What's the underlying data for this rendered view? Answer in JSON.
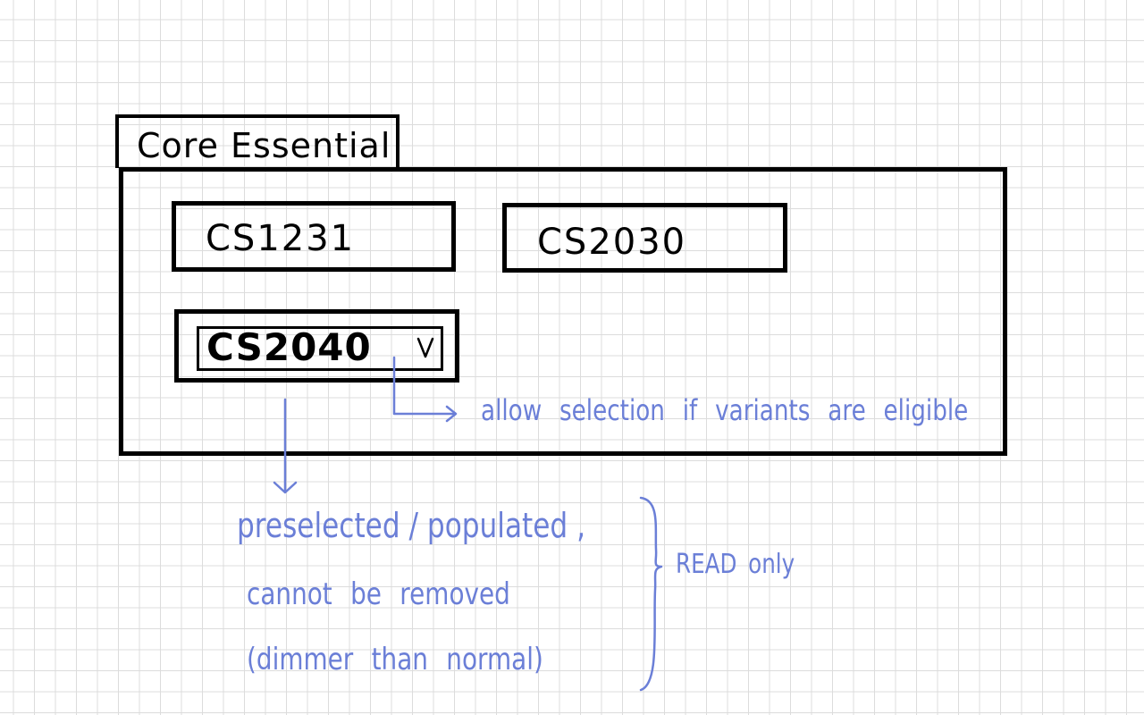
{
  "group": {
    "title": "Core Essential"
  },
  "courses": [
    {
      "code": "CS1231"
    },
    {
      "code": "CS2030"
    },
    {
      "code": "CS2040"
    }
  ],
  "annotations": {
    "dropdown_note": "allow selection if variants are eligible",
    "preselected_lines": [
      "preselected / populated ,",
      "cannot be removed",
      "(dimmer than normal)"
    ],
    "read_only": "READ only"
  },
  "colors": {
    "ink": "#000000",
    "annotation": "#6b7fd7",
    "grid": "#dcdcdc"
  },
  "icons": {
    "dropdown": "chevron-down-icon"
  }
}
